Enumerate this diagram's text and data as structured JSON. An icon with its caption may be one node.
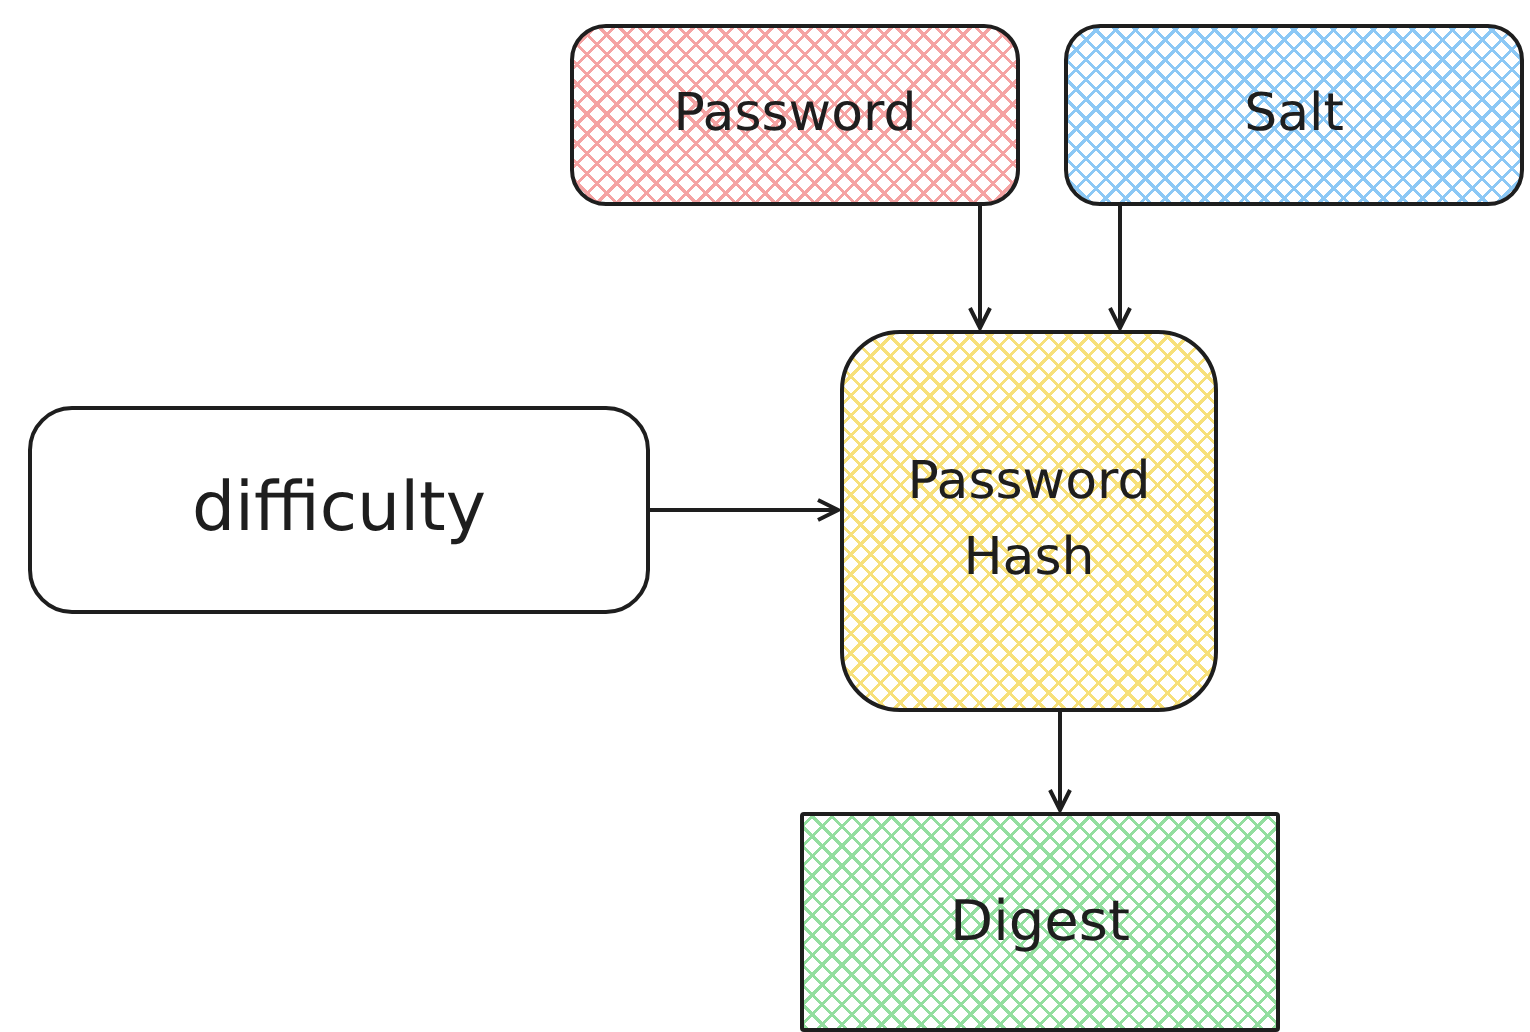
{
  "diagram": {
    "nodes": [
      {
        "text": [
          "Password"
        ]
      },
      {
        "text": [
          "Salt"
        ]
      },
      {
        "text": [
          "difficulty"
        ]
      },
      {
        "text": [
          "Password Hash"
        ]
      },
      {
        "text": [
          "Digest"
        ]
      }
    ],
    "edges": [
      {
        "from": 0,
        "to": 3,
        "arrow": "to"
      },
      {
        "from": 1,
        "to": 3,
        "arrow": "to"
      },
      {
        "from": 2,
        "to": 3,
        "arrow": "to"
      },
      {
        "from": 3,
        "to": 4,
        "arrow": "to"
      }
    ]
  }
}
